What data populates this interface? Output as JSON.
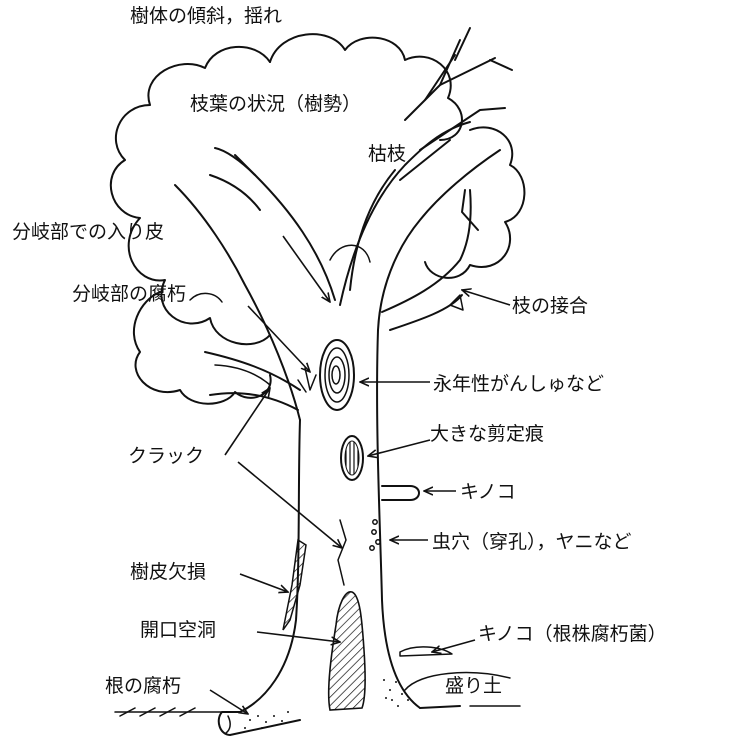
{
  "labels": {
    "tilt": "樹体の傾斜，揺れ",
    "foliage": "枝葉の状況（樹勢）",
    "dead_branch": "枯枝",
    "included_bark": "分岐部での入り皮",
    "fork_decay": "分岐部の腐朽",
    "graft": "枝の接合",
    "canker": "永年性がんしゅなど",
    "pruning_wound": "大きな剪定痕",
    "mushroom": "キノコ",
    "crack": "クラック",
    "insect_holes": "虫穴（穿孔），ヤニなど",
    "bark_loss": "樹皮欠損",
    "cavity": "開口空洞",
    "root_mushroom": "キノコ（根株腐朽菌）",
    "mound": "盛り土",
    "root_decay": "根の腐朽"
  }
}
